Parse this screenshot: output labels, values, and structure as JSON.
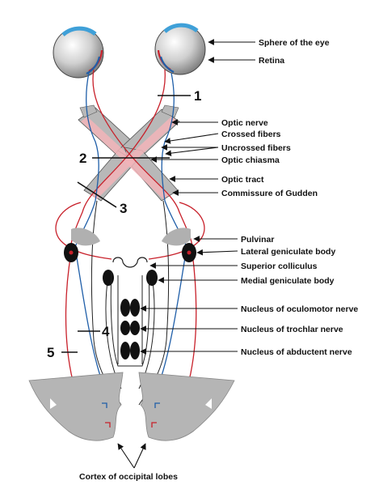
{
  "labels": {
    "sphere": "Sphere of the eye",
    "retina": "Retina",
    "optic_nerve": "Optic nerve",
    "crossed_fibers": "Crossed fibers",
    "uncrossed_fibers": "Uncrossed fibers",
    "optic_chiasma": "Optic chiasma",
    "optic_tract": "Optic tract",
    "commissure_gudden": "Commissure of Gudden",
    "pulvinar": "Pulvinar",
    "lgb": "Lateral geniculate body",
    "sup_colliculus": "Superior colliculus",
    "mgb": "Medial geniculate body",
    "oculomotor": "Nucleus of oculomotor nerve",
    "trochlear": "Nucleus of trochlar nerve",
    "abducent": "Nucleus of abductent nerve",
    "cortex": "Cortex of occipital lobes"
  },
  "numbers": {
    "n1": "1",
    "n2": "2",
    "n3": "3",
    "n4": "4",
    "n5": "5"
  },
  "colors": {
    "crossed_fiber": "#c8202a",
    "uncrossed_fiber": "#1f5ea8",
    "nerve_fill": "#b8b8b8",
    "pink_band": "#f2b4b8",
    "nucleus": "#111111",
    "cortex_fill": "#b5b5b5"
  }
}
